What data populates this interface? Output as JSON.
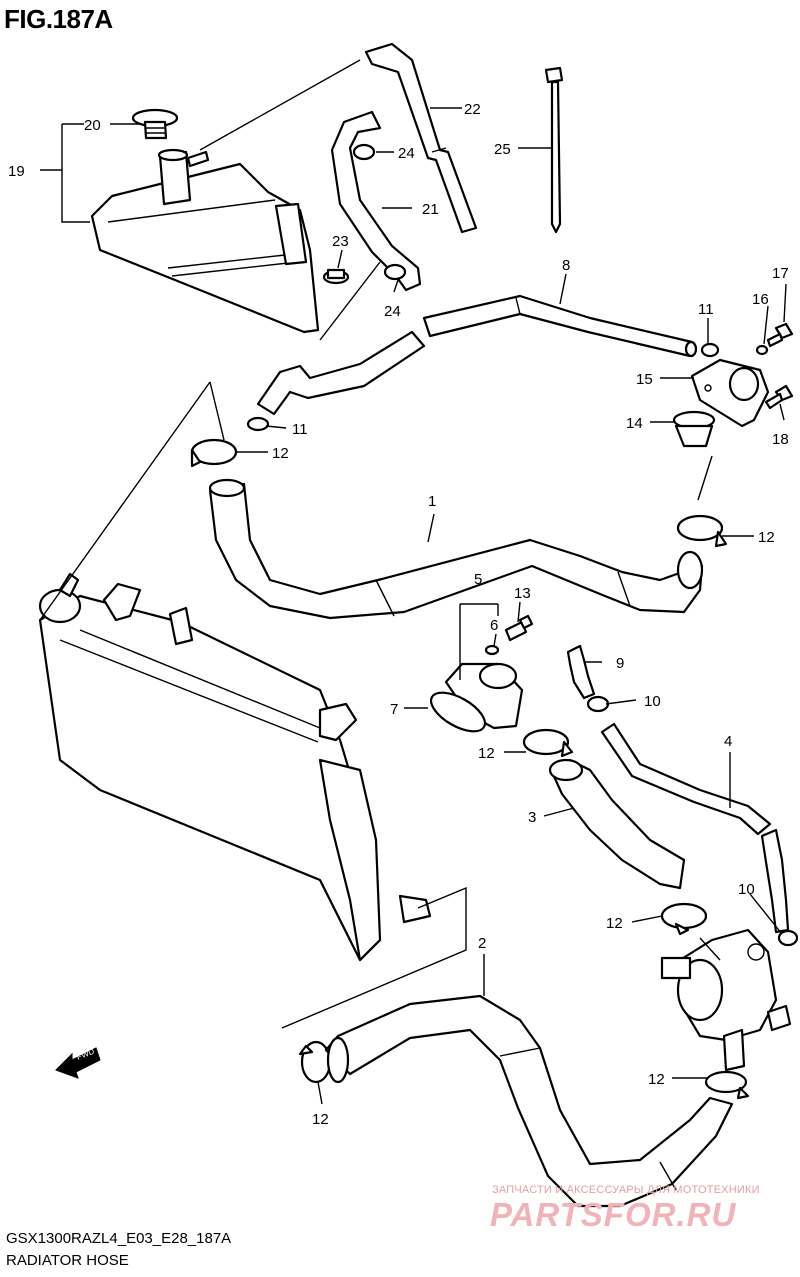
{
  "figure": {
    "title": "FIG.187A",
    "model_code": "GSX1300RAZL4_E03_E28_187A",
    "name": "RADIATOR HOSE"
  },
  "fwd_badge": "FWD",
  "watermark": {
    "small": "ЗАПЧАСТИ И АКСЕССУАРЫ ДЛЯ МОТОТЕХНИКИ",
    "big": "PARTSFOR.RU"
  },
  "callouts": {
    "c1": "1",
    "c2": "2",
    "c3": "3",
    "c4": "4",
    "c5": "5",
    "c6": "6",
    "c7": "7",
    "c8": "8",
    "c9": "9",
    "c10a": "10",
    "c10b": "10",
    "c11a": "11",
    "c11b": "11",
    "c12a": "12",
    "c12b": "12",
    "c12c": "12",
    "c12d": "12",
    "c12e": "12",
    "c12f": "12",
    "c13": "13",
    "c14": "14",
    "c15": "15",
    "c16": "16",
    "c17": "17",
    "c18": "18",
    "c19": "19",
    "c20": "20",
    "c21": "21",
    "c22": "22",
    "c23": "23",
    "c24a": "24",
    "c24b": "24",
    "c25": "25"
  }
}
